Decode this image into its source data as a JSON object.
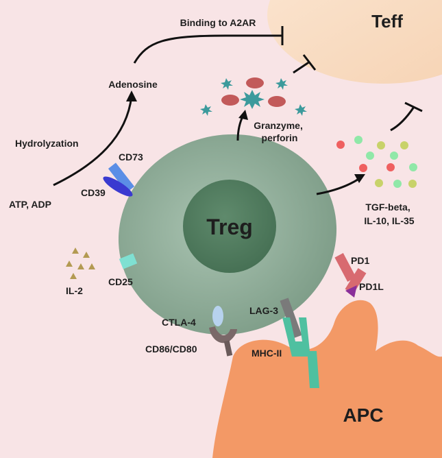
{
  "cells": {
    "teff": "Teff",
    "treg": "Treg",
    "apc": "APC"
  },
  "labels": {
    "binding": "Binding to A2AR",
    "adenosine": "Adenosine",
    "hydrolyzation": "Hydrolyzation",
    "atp_adp": "ATP, ADP",
    "cd73": "CD73",
    "cd39": "CD39",
    "granzyme_line1": "Granzyme,",
    "granzyme_line2": "perforin",
    "tgf_line1": "TGF-beta,",
    "tgf_line2": "IL-10, IL-35",
    "il2": "IL-2",
    "cd25": "CD25",
    "pd1": "PD1",
    "pd1l": "PD1L",
    "lag3": "LAG-3",
    "ctla4": "CTLA-4",
    "cd86_cd80": "CD86/CD80",
    "mhc2": "MHC-II"
  },
  "colors": {
    "background": "#f8e4e6",
    "teff": "#f9dfc6",
    "treg": "#7f9e89",
    "treg_nucleus": "#4f7a5d",
    "apc": "#f39966",
    "cd73": "#5b8ee6",
    "cd39": "#3a3ad0",
    "cd25": "#7fe0d2",
    "pd1": "#d86a70",
    "pd1l": "#8a2f9a",
    "lag3": "#7a7a7a",
    "mhc2": "#4fc0a0",
    "ctla4": "#b7d2ee",
    "cd86": "#7a6868",
    "granzyme_star": "#3c9a9c",
    "perforin_oval": "#c25a5a",
    "il2_triangle": "#b39a52"
  },
  "cytokine_dot_colors": [
    "#ef6060",
    "#90e8a8",
    "#c8d26a"
  ]
}
